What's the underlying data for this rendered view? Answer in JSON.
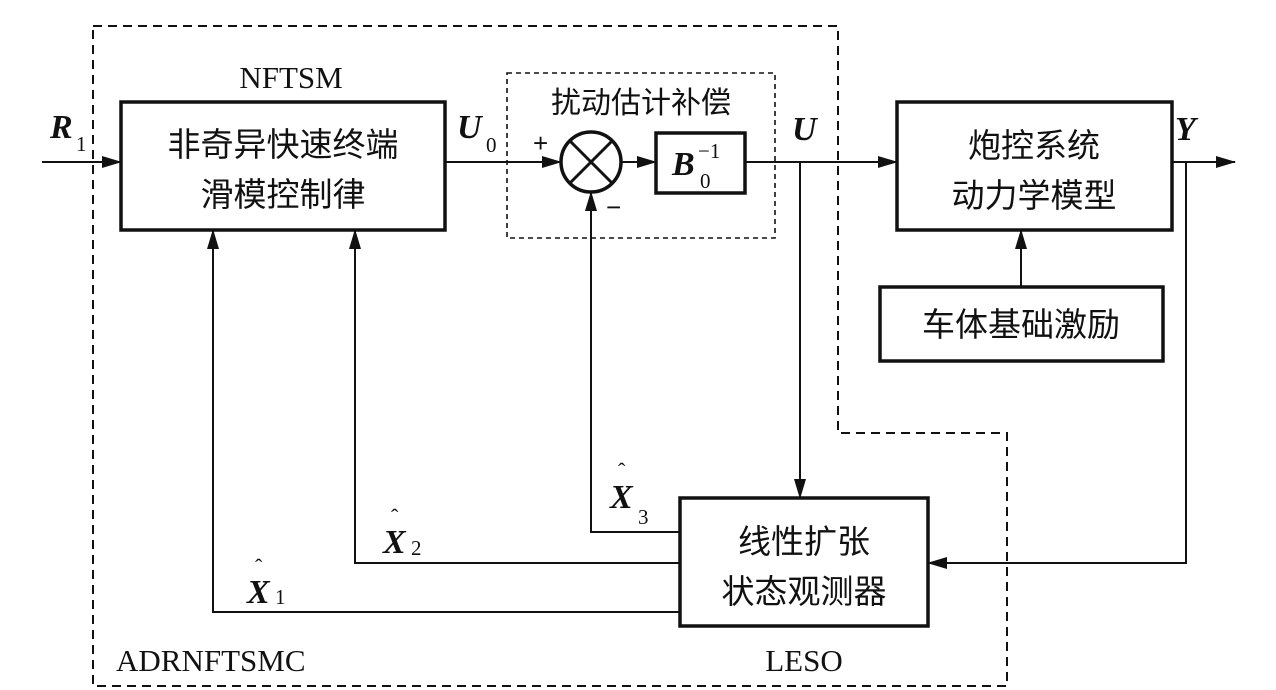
{
  "blocks": {
    "nftsm": {
      "caption": "NFTSM",
      "line1": "非奇异快速终端",
      "line2": "滑模控制律"
    },
    "compensation": {
      "caption": "扰动估计补偿",
      "gain_base": "B",
      "gain_sub": "0",
      "gain_sup": "−1"
    },
    "plant": {
      "line1": "炮控系统",
      "line2": "动力学模型"
    },
    "excitation": {
      "line1": "车体基础激励"
    },
    "leso": {
      "line1": "线性扩张",
      "line2": "状态观测器",
      "caption": "LESO"
    },
    "controller_caption": "ADRNFTSMC"
  },
  "signals": {
    "r1": {
      "base": "R",
      "sub": "1"
    },
    "u0": {
      "base": "U",
      "sub": "0"
    },
    "u": {
      "base": "U"
    },
    "y": {
      "base": "Y"
    },
    "x1": {
      "base": "X",
      "sub": "1",
      "hat": "ˆ"
    },
    "x2": {
      "base": "X",
      "sub": "2",
      "hat": "ˆ"
    },
    "x3": {
      "base": "X",
      "sub": "3",
      "hat": "ˆ"
    },
    "plus": "+",
    "minus": "−"
  }
}
